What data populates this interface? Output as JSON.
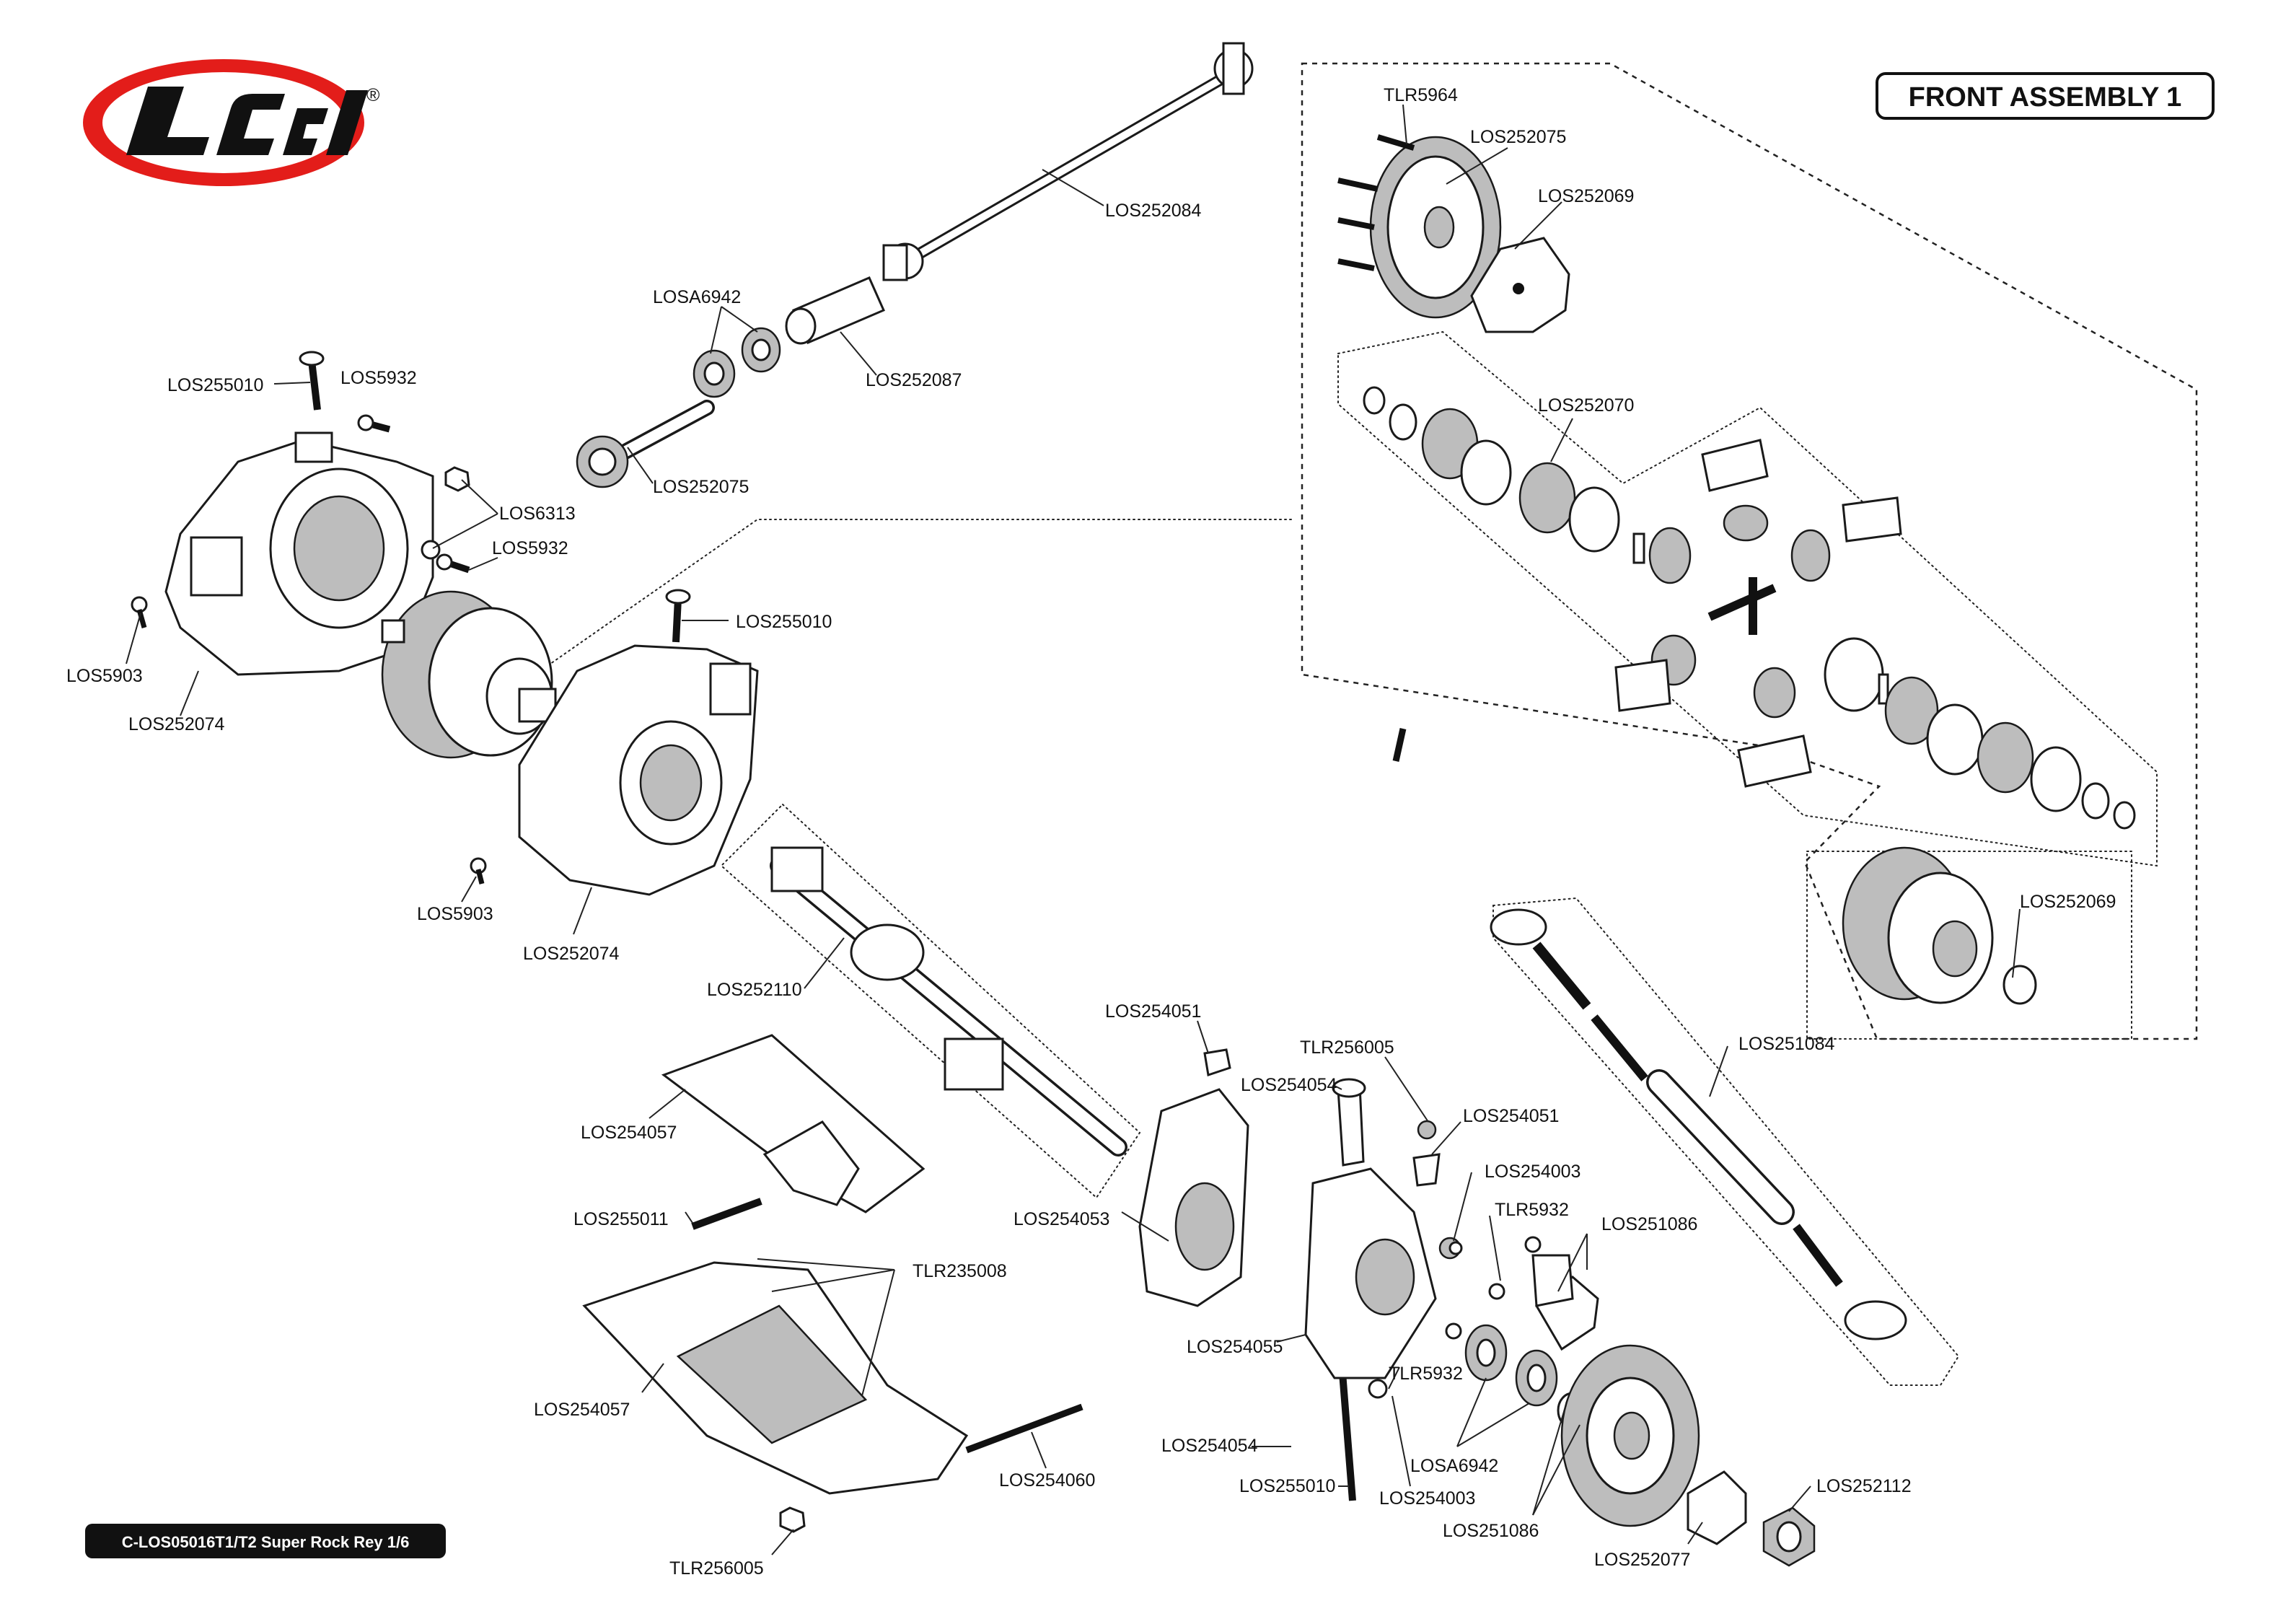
{
  "header": {
    "brand": "LOSI",
    "registered_mark": "®",
    "title": "FRONT ASSEMBLY 1"
  },
  "footer": {
    "model": "C-LOS05016T1/T2 Super Rock Rey 1/6"
  },
  "labels": [
    {
      "id": "los252084-a",
      "text": "LOS252084"
    },
    {
      "id": "tlr5964",
      "text": "TLR5964"
    },
    {
      "id": "los252075-a",
      "text": "LOS252075"
    },
    {
      "id": "los252069-a",
      "text": "LOS252069"
    },
    {
      "id": "losa6942-a",
      "text": "LOSA6942"
    },
    {
      "id": "los252087",
      "text": "LOS252087"
    },
    {
      "id": "los255010-a",
      "text": "LOS255010"
    },
    {
      "id": "los5932-a",
      "text": "LOS5932"
    },
    {
      "id": "los252070",
      "text": "LOS252070"
    },
    {
      "id": "los252075-b",
      "text": "LOS252075"
    },
    {
      "id": "los6313",
      "text": "LOS6313"
    },
    {
      "id": "los5932-b",
      "text": "LOS5932"
    },
    {
      "id": "los255010-b",
      "text": "LOS255010"
    },
    {
      "id": "los5903-a",
      "text": "LOS5903"
    },
    {
      "id": "los252074-a",
      "text": "LOS252074"
    },
    {
      "id": "los5903-b",
      "text": "LOS5903"
    },
    {
      "id": "los252074-b",
      "text": "LOS252074"
    },
    {
      "id": "los252069-b",
      "text": "LOS252069"
    },
    {
      "id": "los252110",
      "text": "LOS252110"
    },
    {
      "id": "los254051-a",
      "text": "LOS254051"
    },
    {
      "id": "tlr256005-a",
      "text": "TLR256005"
    },
    {
      "id": "los251084",
      "text": "LOS251084"
    },
    {
      "id": "los254054-a",
      "text": "LOS254054"
    },
    {
      "id": "los254051-b",
      "text": "LOS254051"
    },
    {
      "id": "los254057-a",
      "text": "LOS254057"
    },
    {
      "id": "los254003-a",
      "text": "LOS254003"
    },
    {
      "id": "los255011",
      "text": "LOS255011"
    },
    {
      "id": "tlr5932-a",
      "text": "TLR5932"
    },
    {
      "id": "los254053",
      "text": "LOS254053"
    },
    {
      "id": "los251086-a",
      "text": "LOS251086"
    },
    {
      "id": "tlr235008",
      "text": "TLR235008"
    },
    {
      "id": "los254055",
      "text": "LOS254055"
    },
    {
      "id": "tlr5932-b",
      "text": "TLR5932"
    },
    {
      "id": "los254057-b",
      "text": "LOS254057"
    },
    {
      "id": "losa6942-b",
      "text": "LOSA6942"
    },
    {
      "id": "los254054-b",
      "text": "LOS254054"
    },
    {
      "id": "los254060",
      "text": "LOS254060"
    },
    {
      "id": "los255010-c",
      "text": "LOS255010"
    },
    {
      "id": "los254003-b",
      "text": "LOS254003"
    },
    {
      "id": "los252112",
      "text": "LOS252112"
    },
    {
      "id": "los251086-b",
      "text": "LOS251086"
    },
    {
      "id": "los252077",
      "text": "LOS252077"
    },
    {
      "id": "tlr256005-b",
      "text": "TLR256005"
    }
  ],
  "colors": {
    "logo_red": "#e31d1a",
    "ink": "#111111",
    "footer_bg": "#111111"
  }
}
